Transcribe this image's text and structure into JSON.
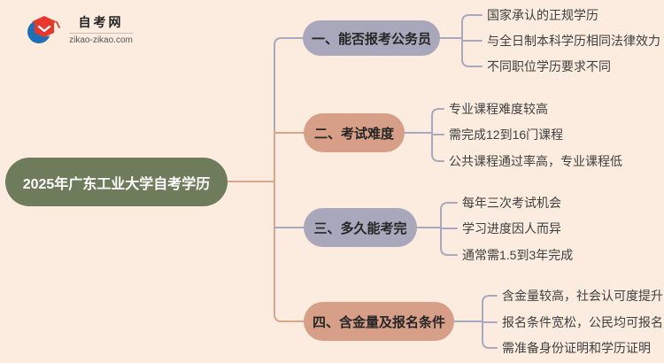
{
  "colors": {
    "bg": "#fcecdf",
    "center-fill": "#6f7c5c",
    "center-text": "#ffffff",
    "lavender": "#a8a7bb",
    "salmon": "#d79f87",
    "line-lavender": "#a9a8bf",
    "line-salmon": "#d8a68e",
    "branch-text": "#262626",
    "leaf-text": "#3f3f3f",
    "logo-red": "#e8372c",
    "logo-blue": "#1f6fb5"
  },
  "logo": {
    "title": "自考网",
    "subtitle": "zikao-zikao.com"
  },
  "mindmap": {
    "root": "2025年广东工业大学自考学历",
    "branches": [
      {
        "label": "一、能否报考公务员",
        "color": "lavender",
        "leaves": [
          "国家承认的正规学历",
          "与全日制本科学历相同法律效力",
          "不同职位学历要求不同"
        ]
      },
      {
        "label": "二、考试难度",
        "color": "salmon",
        "leaves": [
          "专业课程难度较高",
          "需完成12到16门课程",
          "公共课程通过率高，专业课程低"
        ]
      },
      {
        "label": "三、多久能考完",
        "color": "lavender",
        "leaves": [
          "每年三次考试机会",
          "学习进度因人而异",
          "通常需1.5到3年完成"
        ]
      },
      {
        "label": "四、含金量及报名条件",
        "color": "salmon",
        "leaves": [
          "含金量较高，社会认可度提升",
          "报名条件宽松，公民均可报名",
          "需准备身份证明和学历证明"
        ]
      }
    ]
  }
}
